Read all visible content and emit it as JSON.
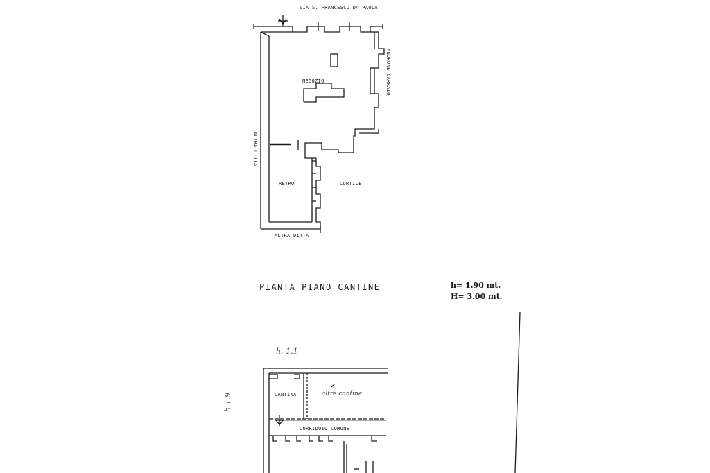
{
  "plan_top": {
    "street": "VIA S. FRANCESCO DA PAOLA",
    "negozio": "NEGOZIO",
    "androne": "ANDRONE CARRAIO",
    "altra_ditta": "ALTRA DITTA",
    "retro": "RETRO",
    "cortile": "CORTILE",
    "altra_ditta_bottom": "ALTRA DITTA"
  },
  "plan_bottom": {
    "title": "PIANTA PIANO CANTINE",
    "h_low": "h= 1.90 mt.",
    "h_high": "H= 3.00 mt.",
    "cantina": "CANTINA",
    "other_cantine": "altre cantine",
    "corridoio": "CORRIDOIO COMUNE",
    "scrawl_top": "h. 1.1",
    "scrawl_side": "h 1.9"
  },
  "colors": {
    "ink": "#1a1a1a",
    "paper": "#ffffff"
  }
}
